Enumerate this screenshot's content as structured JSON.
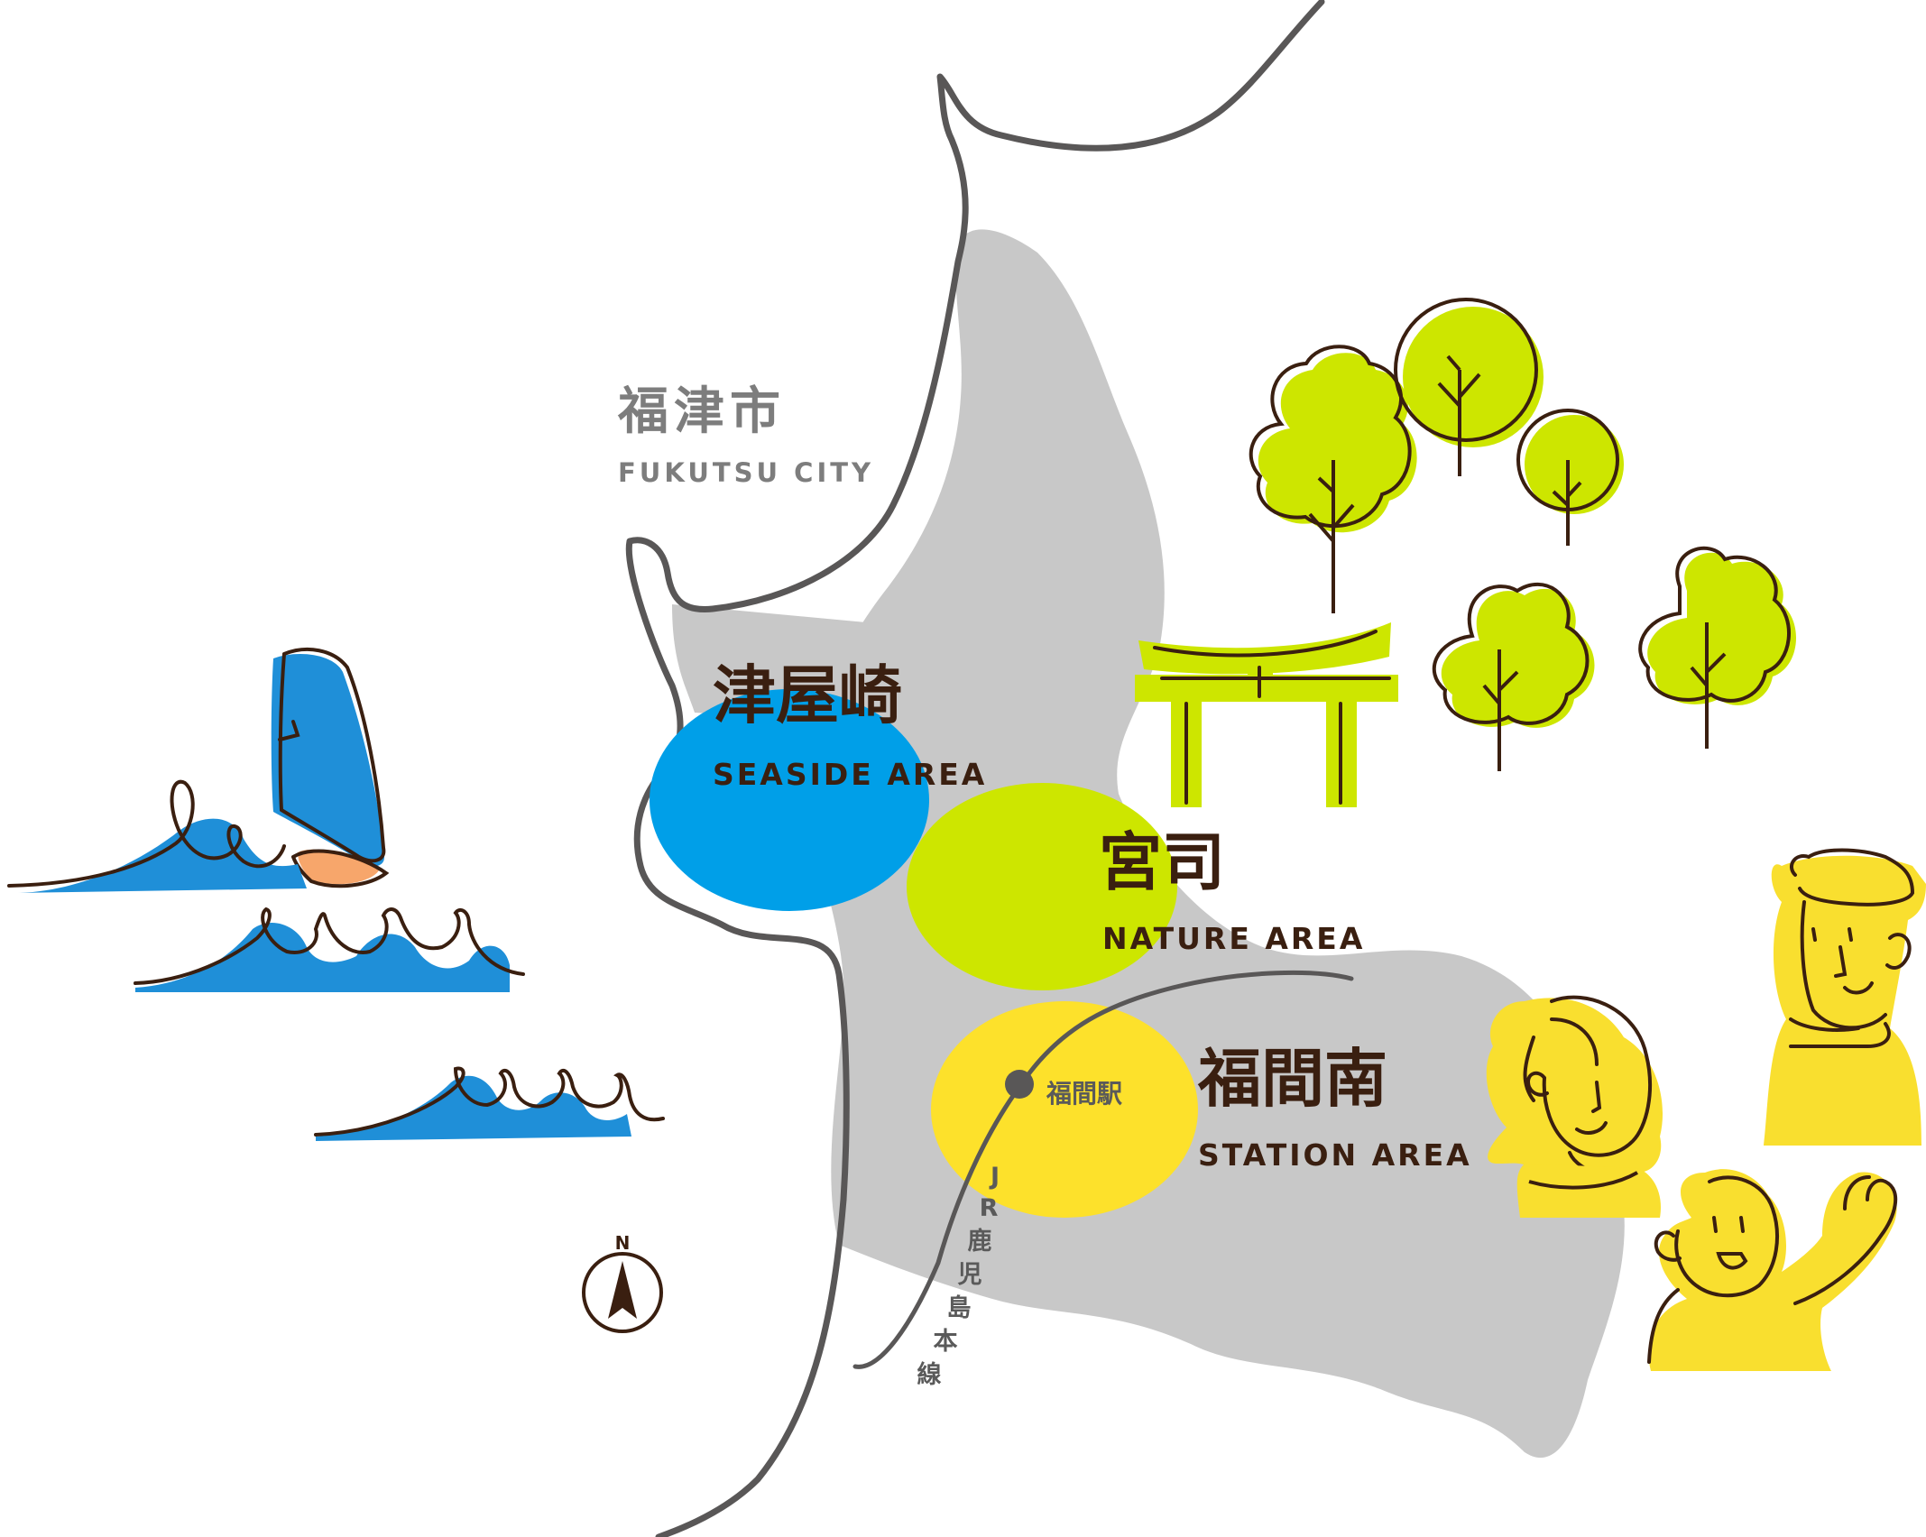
{
  "city": {
    "name_ja": "福津市",
    "name_en": "FUKUTSU CITY"
  },
  "areas": [
    {
      "id": "tsuyazaki",
      "name_ja": "津屋崎",
      "name_en": "SEASIDE AREA",
      "color": "#009fe8"
    },
    {
      "id": "miyaji",
      "name_ja": "宮司",
      "name_en": "NATURE AREA",
      "color": "#cde600"
    },
    {
      "id": "fukumaminami",
      "name_ja": "福間南",
      "name_en": "STATION AREA",
      "color": "#fde12b"
    }
  ],
  "station": {
    "name": "福間駅"
  },
  "railway": {
    "chars": [
      "J",
      "R",
      "鹿",
      "児",
      "島",
      "本",
      "線"
    ]
  },
  "compass": {
    "label": "N"
  },
  "colors": {
    "land": "#c8c8c8",
    "coast": "#595757",
    "ink": "#3a1f10",
    "grey_text": "#7d7d7d",
    "tree_green": "#cde600",
    "sea_blue": "#1f8fd8",
    "people_yellow": "#f9df2f"
  }
}
